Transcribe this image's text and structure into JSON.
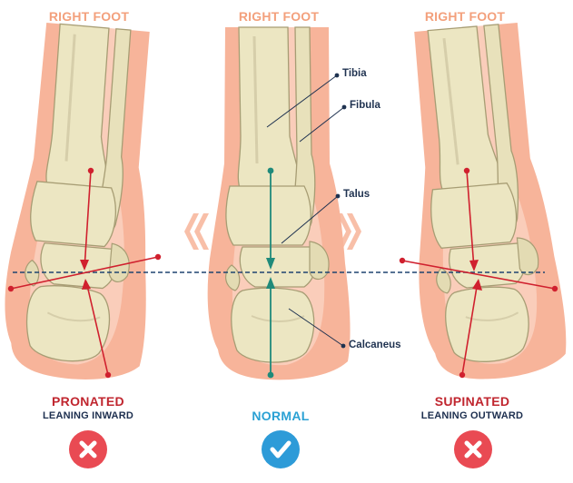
{
  "panels": [
    {
      "title": "RIGHT FOOT",
      "condition": "PRONATED",
      "description": "LEANING INWARD",
      "status": "incorrect",
      "condition_color": "#c0262f"
    },
    {
      "title": "RIGHT FOOT",
      "condition": "NORMAL",
      "description": "",
      "status": "correct",
      "condition_color": "#2aa1d4"
    },
    {
      "title": "RIGHT FOOT",
      "condition": "SUPINATED",
      "description": "LEANING OUTWARD",
      "status": "incorrect",
      "condition_color": "#c0262f"
    }
  ],
  "labels": {
    "tibia": "Tibia",
    "fibula": "Fibula",
    "talus": "Talus",
    "calcaneus": "Calcaneus"
  },
  "colors": {
    "skin": "#f7b49a",
    "skin_light": "#fde1d5",
    "bone": "#ece6c2",
    "bone_outline": "#a79d74",
    "axis_red": "#d0202e",
    "axis_green": "#1f8a7a",
    "ground_line": "#1e4470",
    "icon_red": "#e94a53",
    "icon_blue": "#2d9bd8"
  },
  "icons": {
    "incorrect": "cross-circle-icon",
    "correct": "check-circle-icon"
  }
}
